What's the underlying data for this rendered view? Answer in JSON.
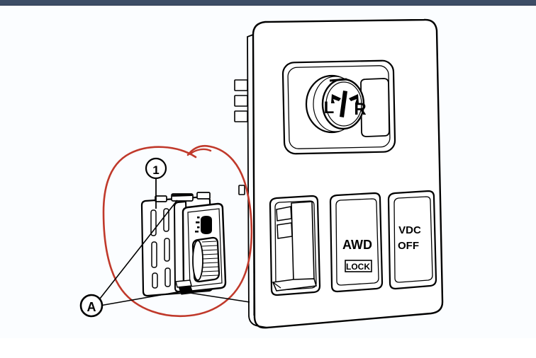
{
  "document": {
    "title": "Headlamp Switch Assembly - Instrument Panel Lower Trim",
    "background_color": "#fbfdff",
    "topbar_color": "#3d4d66",
    "line_color": "#000000",
    "annotation_color": "#c0392b"
  },
  "callouts": [
    {
      "id": "callout-1",
      "label": "1",
      "description": "Headlamp / illumination control switch assembly"
    },
    {
      "id": "callout-a",
      "label": "A",
      "description": "Retaining pawl / mounting claw locations"
    }
  ],
  "annotation": {
    "shape": "hand-drawn-ellipse",
    "color": "#c0392b",
    "target": "headlamp switch assembly"
  },
  "switch_assembly": {
    "name": "headlamp-switch",
    "icon_label": "headlamp-symbol",
    "knob_label": "illumination-dimmer-knob",
    "vent_slots": 6
  },
  "trim_panel": {
    "name": "instrument-panel-switch-trim",
    "mount_tabs": 3,
    "openings": [
      {
        "id": "mirror-control",
        "type": "rotary-selector",
        "labels": {
          "left": "L",
          "right": "R"
        },
        "description": "Outside mirror remote control switch"
      },
      {
        "id": "blank-switch",
        "type": "blank",
        "labels": {},
        "description": "Blank switch / unused opening"
      },
      {
        "id": "awd-lock-switch",
        "type": "push-button",
        "labels": {
          "line1": "AWD",
          "line2": "LOCK"
        },
        "description": "All wheel drive lock switch"
      },
      {
        "id": "vdc-off-switch",
        "type": "push-button",
        "labels": {
          "line1": "VDC",
          "line2": "OFF"
        },
        "description": "Vehicle dynamic control off switch"
      }
    ]
  }
}
